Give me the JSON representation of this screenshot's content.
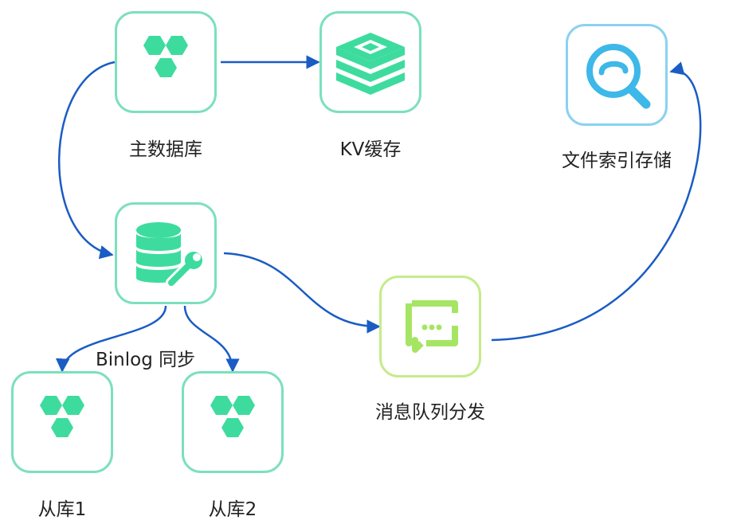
{
  "colors": {
    "edge": "#1a5cc4",
    "db_border": "#7ce0bc",
    "db_fill": "#3ddc9e",
    "queue_border": "#c4ec8a",
    "queue_fill": "#a6e564",
    "search_border": "#8ad2ef",
    "search_fill": "#3db8e8"
  },
  "nodes": {
    "main_db": {
      "label": "主数据库",
      "icon": "hexagon-cluster-icon"
    },
    "kv_cache": {
      "label": "KV缓存",
      "icon": "stacked-layers-icon"
    },
    "file_index": {
      "label": "文件索引存储",
      "icon": "search-icon"
    },
    "binlog_sync": {
      "label": "",
      "icon": "database-wrench-icon"
    },
    "message_queue": {
      "label": "消息队列分发",
      "icon": "message-bracket-icon"
    },
    "replica1": {
      "label": "从库1",
      "icon": "hexagon-cluster-icon"
    },
    "replica2": {
      "label": "从库2",
      "icon": "hexagon-cluster-icon"
    }
  },
  "edges": [
    {
      "from": "main_db",
      "to": "kv_cache"
    },
    {
      "from": "main_db",
      "to": "binlog_sync"
    },
    {
      "from": "binlog_sync",
      "to": "message_queue"
    },
    {
      "from": "message_queue",
      "to": "file_index"
    },
    {
      "from": "binlog_sync",
      "to": "replica1"
    },
    {
      "from": "binlog_sync",
      "to": "replica2"
    }
  ],
  "edge_labels": {
    "binlog": "Binlog 同步"
  }
}
